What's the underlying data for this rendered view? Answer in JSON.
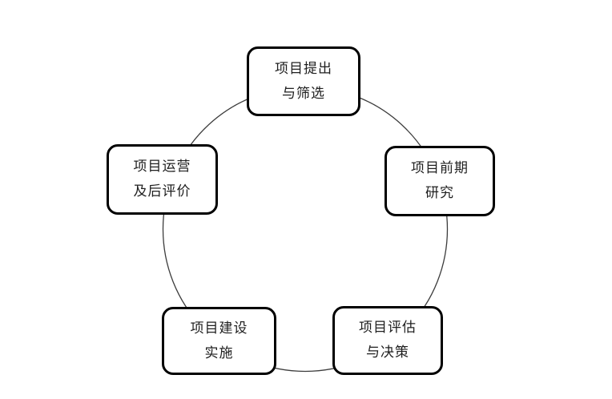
{
  "diagram": {
    "type": "cycle",
    "nodes": [
      {
        "name": "project-proposal-screening",
        "line1": "项目提出",
        "line2": "与筛选"
      },
      {
        "name": "project-preliminary-research",
        "line1": "项目前期",
        "line2": "研究"
      },
      {
        "name": "project-evaluation-decision",
        "line1": "项目评估",
        "line2": "与决策"
      },
      {
        "name": "project-construction-implementation",
        "line1": "项目建设",
        "line2": "实施"
      },
      {
        "name": "project-operation-post-evaluation",
        "line1": "项目运营",
        "line2": "及后评价"
      }
    ],
    "colors": {
      "background": "#ffffff",
      "box_fill": "#ffffff",
      "box_border": "#000000",
      "circle_stroke": "#3c3c3c",
      "text": "#202020"
    }
  }
}
